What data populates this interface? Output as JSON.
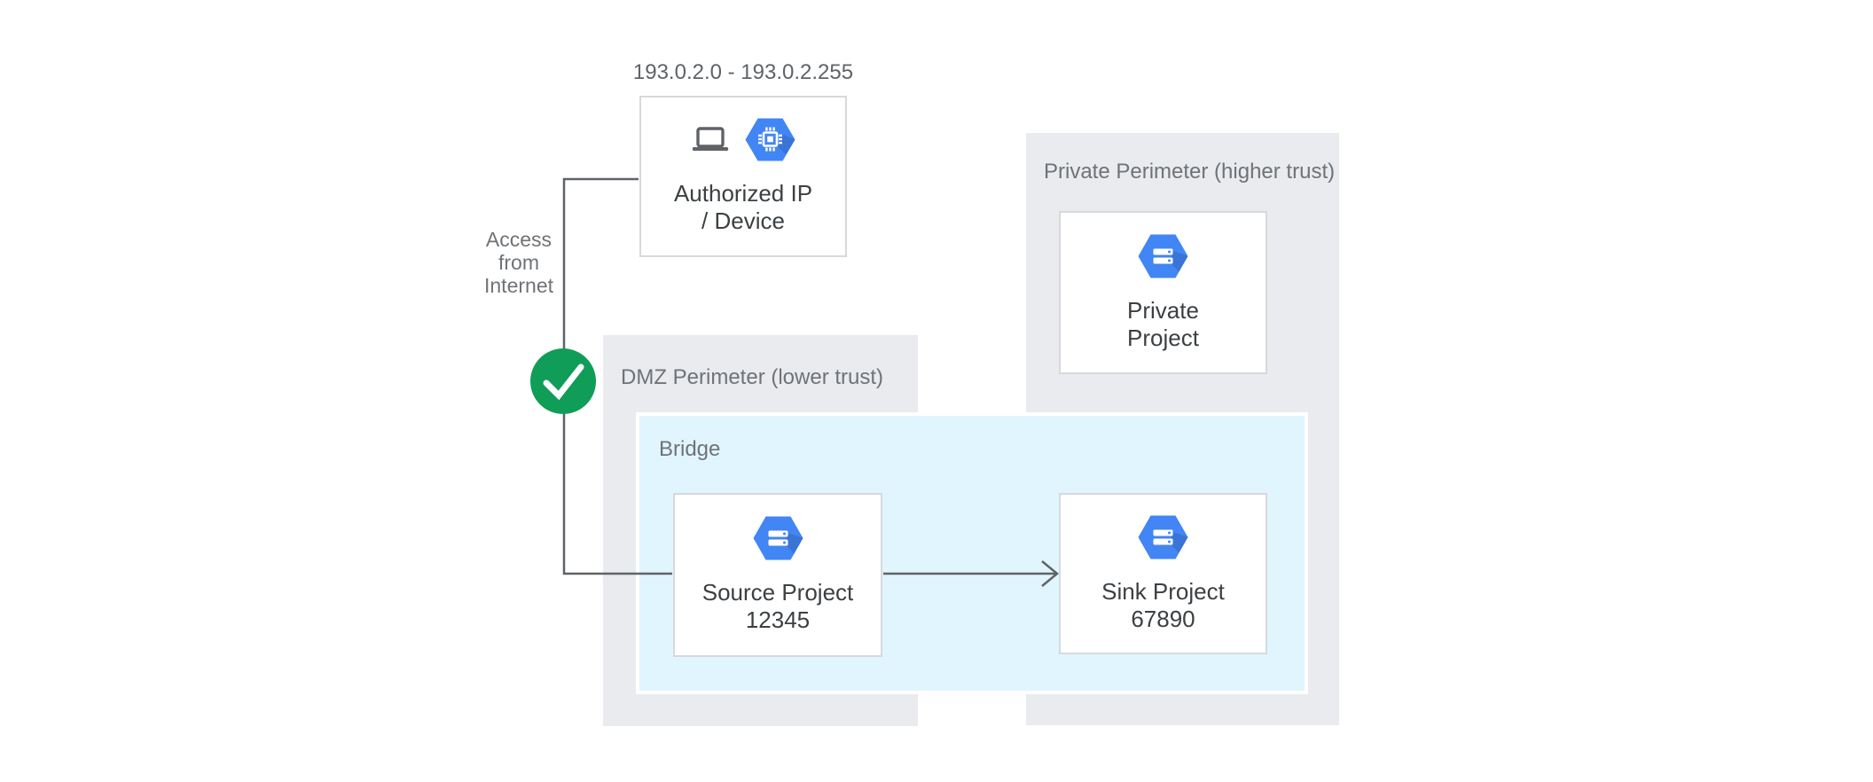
{
  "labels": {
    "ip_range": "193.0.2.0 - 193.0.2.255",
    "access": [
      "Access",
      "from",
      "Internet"
    ]
  },
  "perimeters": {
    "dmz": {
      "label": "DMZ Perimeter (lower trust)"
    },
    "private": {
      "label": "Private Perimeter (higher trust)"
    },
    "bridge": {
      "label": "Bridge"
    }
  },
  "nodes": {
    "authorized": {
      "line1": "Authorized IP",
      "line2": "/ Device"
    },
    "source": {
      "line1": "Source Project",
      "line2": "12345"
    },
    "sink": {
      "line1": "Sink Project",
      "line2": "67890"
    },
    "private_project": {
      "line1": "Private",
      "line2": "Project"
    }
  },
  "icons": {
    "authorized_device": "laptop-icon",
    "authorized_compute": "compute-engine-hexagon-icon",
    "source": "project-hexagon-icon",
    "sink": "project-hexagon-icon",
    "private_project": "project-hexagon-icon",
    "access_status": "check-circle-icon"
  },
  "colors": {
    "perimeter_bg": "#e9ebee",
    "bridge_bg": "#e1f5fe",
    "bridge_border": "#ffffff",
    "node_bg": "#ffffff",
    "node_border": "#d6d9dc",
    "hexagon_blue": "#4285f4",
    "check_green": "#0f9d58",
    "line_gray": "#5f6368",
    "zone_label_text": "#6f7377",
    "node_text": "#3c4043",
    "ip_label_text": "#5f6368"
  }
}
